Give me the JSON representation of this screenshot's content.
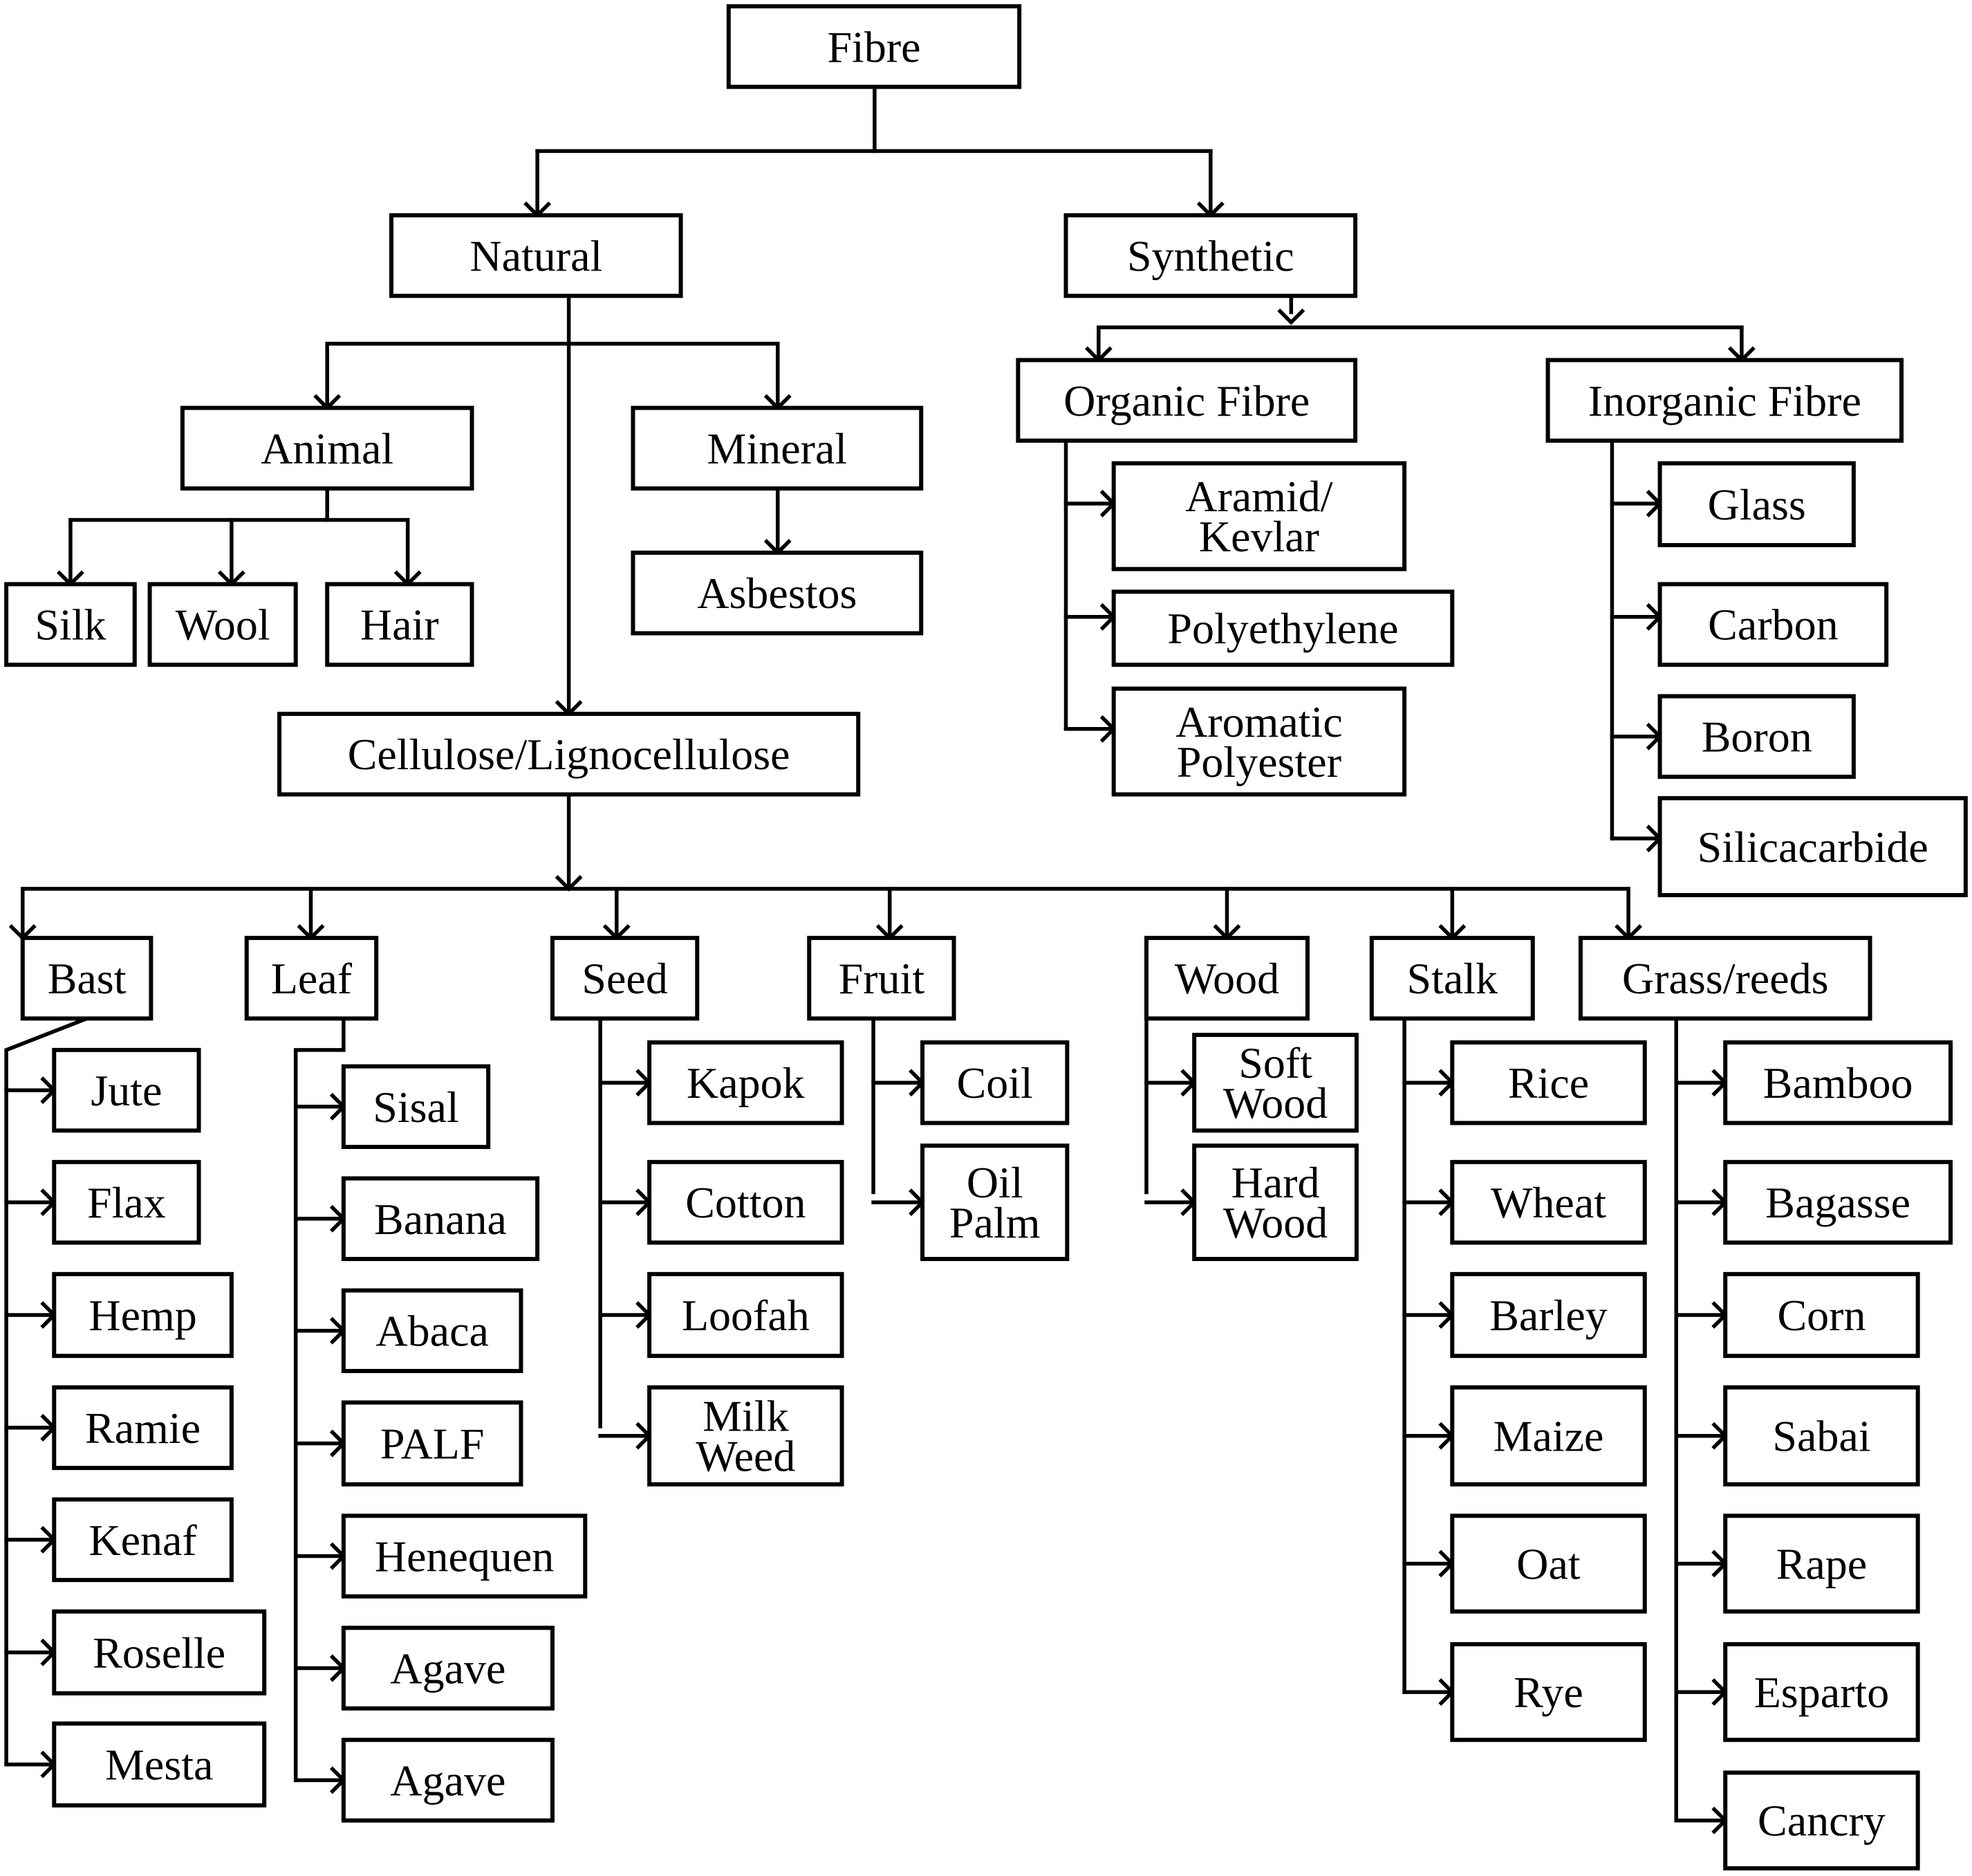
{
  "root": "Fibre",
  "level1": {
    "natural": "Natural",
    "synthetic": "Synthetic"
  },
  "natural": {
    "animal": {
      "label": "Animal",
      "items": [
        "Silk",
        "Wool",
        "Hair"
      ]
    },
    "mineral": {
      "label": "Mineral",
      "items": [
        "Asbestos"
      ]
    },
    "cellulose": {
      "label": "Cellulose/Lignocellulose"
    }
  },
  "synthetic": {
    "organic": {
      "label": "Organic Fibre",
      "items": [
        [
          "Aramid/",
          "Kevlar"
        ],
        [
          "Polyethylene"
        ],
        [
          "Aromatic",
          "Polyester"
        ]
      ]
    },
    "inorganic": {
      "label": "Inorganic Fibre",
      "items": [
        "Glass",
        "Carbon",
        "Boron",
        "Silicacarbide"
      ]
    }
  },
  "categories": {
    "bast": {
      "label": "Bast",
      "items": [
        "Jute",
        "Flax",
        "Hemp",
        "Ramie",
        "Kenaf",
        "Roselle",
        "Mesta"
      ]
    },
    "leaf": {
      "label": "Leaf",
      "items": [
        "Sisal",
        "Banana",
        "Abaca",
        "PALF",
        "Henequen",
        "Agave",
        "Agave"
      ]
    },
    "seed": {
      "label": "Seed",
      "items": [
        "Kapok",
        "Cotton",
        "Loofah",
        [
          "Milk",
          "Weed"
        ]
      ]
    },
    "fruit": {
      "label": "Fruit",
      "items": [
        "Coil",
        [
          "Oil",
          "Palm"
        ]
      ]
    },
    "wood": {
      "label": "Wood",
      "items": [
        [
          "Soft",
          "Wood"
        ],
        [
          "Hard",
          "Wood"
        ]
      ]
    },
    "stalk": {
      "label": "Stalk",
      "items": [
        "Rice",
        "Wheat",
        "Barley",
        "Maize",
        "Oat",
        "Rye"
      ]
    },
    "grass": {
      "label": "Grass/reeds",
      "items": [
        "Bamboo",
        "Bagasse",
        "Corn",
        "Sabai",
        "Rape",
        "Esparto",
        "Cancry"
      ]
    }
  }
}
